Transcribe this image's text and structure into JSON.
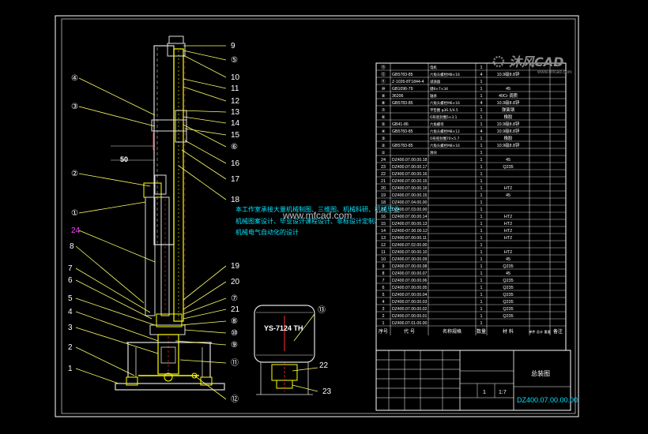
{
  "watermark": {
    "brand": "沐风CAD",
    "site": "www.mfcad.com",
    "center_site": "www.mfcad.com"
  },
  "colors": {
    "background": "#000000",
    "frame": "#ffffff",
    "leader": "#ffff66",
    "callout": "#ffffff",
    "cyan_note": "#00e5ff",
    "magenta_label": "#ff40ff",
    "motor_label": "#ffffff",
    "table_text": "#ffffff",
    "table_grid": "#ffffff",
    "column_outline": "#e0e0e0",
    "yellow_part": "#ffff00",
    "red_accent": "#ff3030"
  },
  "note_lines": [
    "本工作室承接大量机械制图、三维图、机械科研、机械毕业",
    "机械图案设计、毕业设计课程设计、非标设计定制、",
    "机械电气自动化的设计"
  ],
  "left_callouts": [
    "④",
    "③",
    "②",
    "①",
    "24",
    "8",
    "7",
    "6",
    "5",
    "4",
    "3",
    "2",
    "1"
  ],
  "right_callouts": [
    "9",
    "⑤",
    "10",
    "11",
    "12",
    "13",
    "14",
    "⑥",
    "15",
    "16",
    "17",
    "18",
    "19",
    "20",
    "⑦",
    "21",
    "⑧",
    "⑩",
    "⑨",
    "⑪",
    "⑫"
  ],
  "dimension_label": "50",
  "motor": {
    "label": "YS-7124 TH",
    "callouts": [
      "⑬",
      "22",
      "23"
    ]
  },
  "parts_table": {
    "header": {
      "seq": "序号",
      "code": "代  号",
      "name": "名称规格",
      "qty": "数量",
      "material": "材  料",
      "weight": "单件 总计 重量",
      "note": "备注"
    },
    "rows": [
      {
        "seq": "⑬",
        "code": "",
        "name": "电机",
        "qty": "1",
        "material": "",
        "note": ""
      },
      {
        "seq": "⑫",
        "code": "GB5783-85",
        "name": "六角头螺栓M8×16",
        "qty": "4",
        "material": "10.9级8.8锌",
        "note": ""
      },
      {
        "seq": "⑪",
        "code": "Z-1026-8T1844-4",
        "name": "减速器",
        "qty": "1",
        "material": "",
        "note": ""
      },
      {
        "seq": "⑩",
        "code": "GB1096-79",
        "name": "键8×7×34",
        "qty": "1",
        "material": "45",
        "note": ""
      },
      {
        "seq": "⑨",
        "code": "36206",
        "name": "轴承",
        "qty": "1",
        "material": "40Cr 调质",
        "note": ""
      },
      {
        "seq": "⑧",
        "code": "GB5783-85",
        "name": "六角头螺栓M6×16",
        "qty": "4",
        "material": "10.9级8.8锌",
        "note": ""
      },
      {
        "seq": "⑦",
        "code": "",
        "name": "平垫圈 φ36.5/4.5",
        "qty": "1",
        "material": "弹簧钢",
        "note": ""
      },
      {
        "seq": "⑥",
        "code": "",
        "name": "O形密封圈5×3.1",
        "qty": "1",
        "material": "橡胶",
        "note": ""
      },
      {
        "seq": "⑤",
        "code": "GB41-86",
        "name": "六角螺母",
        "qty": "1",
        "material": "10.9级8.8锌",
        "note": ""
      },
      {
        "seq": "④",
        "code": "GB5783-85",
        "name": "六角头螺栓M8×12",
        "qty": "4",
        "material": "10.9级8.8锌",
        "note": ""
      },
      {
        "seq": "③",
        "code": "",
        "name": "O形密封圈70×5.7",
        "qty": "1",
        "material": "橡胶",
        "note": ""
      },
      {
        "seq": "②",
        "code": "GB5783-85",
        "name": "六角头螺栓M8×16",
        "qty": "1",
        "material": "10.9级8.8锌",
        "note": ""
      },
      {
        "seq": "①",
        "code": "",
        "name": "滑块",
        "qty": "1",
        "material": "",
        "note": ""
      },
      {
        "seq": "24",
        "code": "DZ400.07.00.00.18",
        "name": "",
        "qty": "1",
        "material": "45",
        "note": ""
      },
      {
        "seq": "23",
        "code": "DZ400.07.00.00.17",
        "name": "",
        "qty": "1",
        "material": "Q235",
        "note": ""
      },
      {
        "seq": "22",
        "code": "DZ400.07.00.00.16",
        "name": "",
        "qty": "1",
        "material": "",
        "note": ""
      },
      {
        "seq": "21",
        "code": "DZ400.07.00.00.15",
        "name": "",
        "qty": "1",
        "material": "",
        "note": ""
      },
      {
        "seq": "20",
        "code": "DZ400.07.00.00.16",
        "name": "",
        "qty": "1",
        "material": "HT2",
        "note": ""
      },
      {
        "seq": "19",
        "code": "DZ400.07.00.00.15",
        "name": "",
        "qty": "1",
        "material": "45",
        "note": ""
      },
      {
        "seq": "18",
        "code": "DZ400.07.04.00.00",
        "name": "",
        "qty": "1",
        "material": "",
        "note": ""
      },
      {
        "seq": "17",
        "code": "DZ400.07.03.00.00",
        "name": "",
        "qty": "1",
        "material": "",
        "note": ""
      },
      {
        "seq": "16",
        "code": "DZ400.07.00.00.14",
        "name": "",
        "qty": "1",
        "material": "HT2",
        "note": ""
      },
      {
        "seq": "15",
        "code": "DZ400.07.00.00.13",
        "name": "",
        "qty": "1",
        "material": "HT2",
        "note": ""
      },
      {
        "seq": "14",
        "code": "DZ400-07.00.00.12",
        "name": "",
        "qty": "1",
        "material": "HT2",
        "note": ""
      },
      {
        "seq": "13",
        "code": "DZ400.07.00.00.11",
        "name": "",
        "qty": "1",
        "material": "HT2",
        "note": ""
      },
      {
        "seq": "12",
        "code": "DZ400.07.02.00.00",
        "name": "",
        "qty": "1",
        "material": "",
        "note": ""
      },
      {
        "seq": "11",
        "code": "DZ400.07.00.00.10",
        "name": "",
        "qty": "1",
        "material": "HT2",
        "note": ""
      },
      {
        "seq": "10",
        "code": "DZ400.07.00.00.09",
        "name": "",
        "qty": "1",
        "material": "45",
        "note": ""
      },
      {
        "seq": "9",
        "code": "DZ400.07.00.00.08",
        "name": "",
        "qty": "1",
        "material": "Q235",
        "note": ""
      },
      {
        "seq": "8",
        "code": "DZ400.07.00.00.07",
        "name": "",
        "qty": "1",
        "material": "45",
        "note": ""
      },
      {
        "seq": "7",
        "code": "DZ400.07.00.00.06",
        "name": "",
        "qty": "1",
        "material": "Q235",
        "note": ""
      },
      {
        "seq": "6",
        "code": "DZ400.07.00.00.05",
        "name": "",
        "qty": "1",
        "material": "Q235",
        "note": ""
      },
      {
        "seq": "5",
        "code": "DZ400.07.00.00.04",
        "name": "",
        "qty": "1",
        "material": "Q235",
        "note": ""
      },
      {
        "seq": "4",
        "code": "DZ400.07.00.00.03",
        "name": "",
        "qty": "1",
        "material": "Q235",
        "note": ""
      },
      {
        "seq": "3",
        "code": "DZ400.07.00.00.02",
        "name": "",
        "qty": "1",
        "material": "Q235",
        "note": ""
      },
      {
        "seq": "2",
        "code": "DZ400.07.00.00.01",
        "name": "",
        "qty": "1",
        "material": "Q235",
        "note": ""
      },
      {
        "seq": "1",
        "code": "DZ400.07.01.00.00",
        "name": "",
        "qty": "1",
        "material": "",
        "note": ""
      }
    ]
  },
  "title_block": {
    "drawing_no": "DZ400.07.00.00.00",
    "drawing_name": "总装图",
    "quantity": "1",
    "scale": "1:7"
  }
}
